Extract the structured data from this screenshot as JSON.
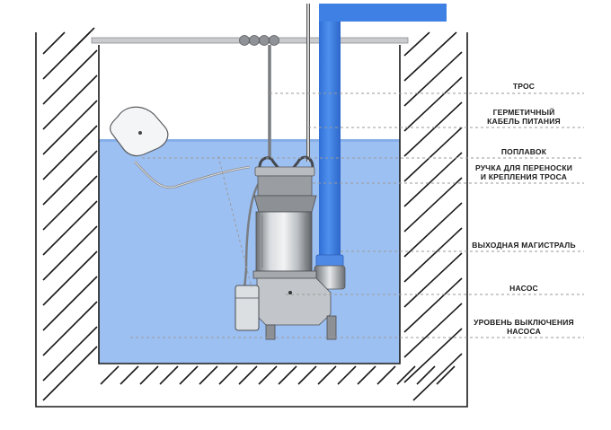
{
  "labels": {
    "cable": "ТРОС",
    "power_cable_line1": "ГЕРМЕТИЧНЫЙ",
    "power_cable_line2": "КАБЕЛЬ ПИТАНИЯ",
    "float": "ПОПЛАВОК",
    "handle_line1": "РУЧКА ДЛЯ ПЕРЕНОСКИ",
    "handle_line2": "И КРЕПЛЕНИЯ ТРОСА",
    "outlet": "ВЫХОДНАЯ МАГИСТРАЛЬ",
    "pump": "НАСОС",
    "shutoff_line1": "УРОВЕНЬ ВЫКЛЮЧЕНИЯ",
    "shutoff_line2": "НАСОСА"
  },
  "colors": {
    "water": "#9dc0f2",
    "pipe": "#3f82e6",
    "wall_hatch": "#1a1a1a",
    "leader_line": "#9a9a9a"
  }
}
